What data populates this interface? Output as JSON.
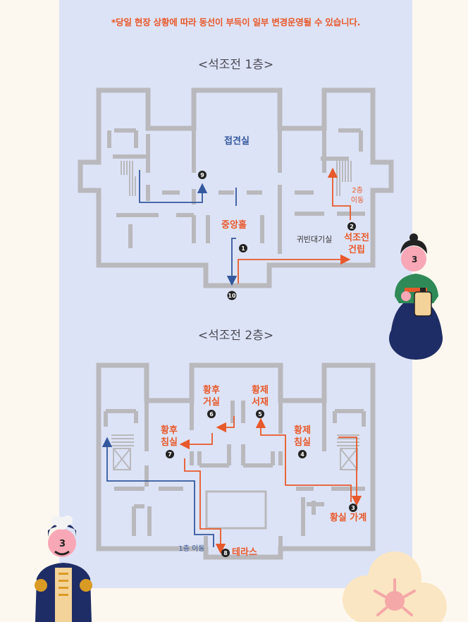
{
  "notice": "*당일 현장 상황에 따라 동선이 부득이 일부 변경운영될 수 있습니다.",
  "floor1": {
    "title": "<석조전 1층>",
    "rooms": {
      "audience": "접견실",
      "central_hall": "중앙홀",
      "guest_waiting": "귀빈대기실",
      "construction_line1": "석조전",
      "construction_line2": "건립",
      "upstairs_line1": "2층",
      "upstairs_line2": "이동"
    },
    "markers": {
      "m1": "1",
      "m2": "2",
      "m9": "9",
      "m10": "10"
    }
  },
  "floor2": {
    "title": "<석조전 2층>",
    "rooms": {
      "empress_living_1": "황후",
      "empress_living_2": "거실",
      "emperor_study_1": "황제",
      "emperor_study_2": "서재",
      "empress_bed_1": "황후",
      "empress_bed_2": "침실",
      "emperor_bed_1": "황제",
      "emperor_bed_2": "침실",
      "royal_family": "황실 가계",
      "terrace": "테라스",
      "downstairs": "1층 이동"
    },
    "markers": {
      "m3": "3",
      "m4": "4",
      "m5": "5",
      "m6": "6",
      "m7": "7",
      "m8": "8"
    }
  },
  "colors": {
    "panel": "#dde3f6",
    "background": "#fdf8ef",
    "route_orange": "#e8592b",
    "route_blue": "#34589e",
    "walls": "#b9b9bd"
  }
}
